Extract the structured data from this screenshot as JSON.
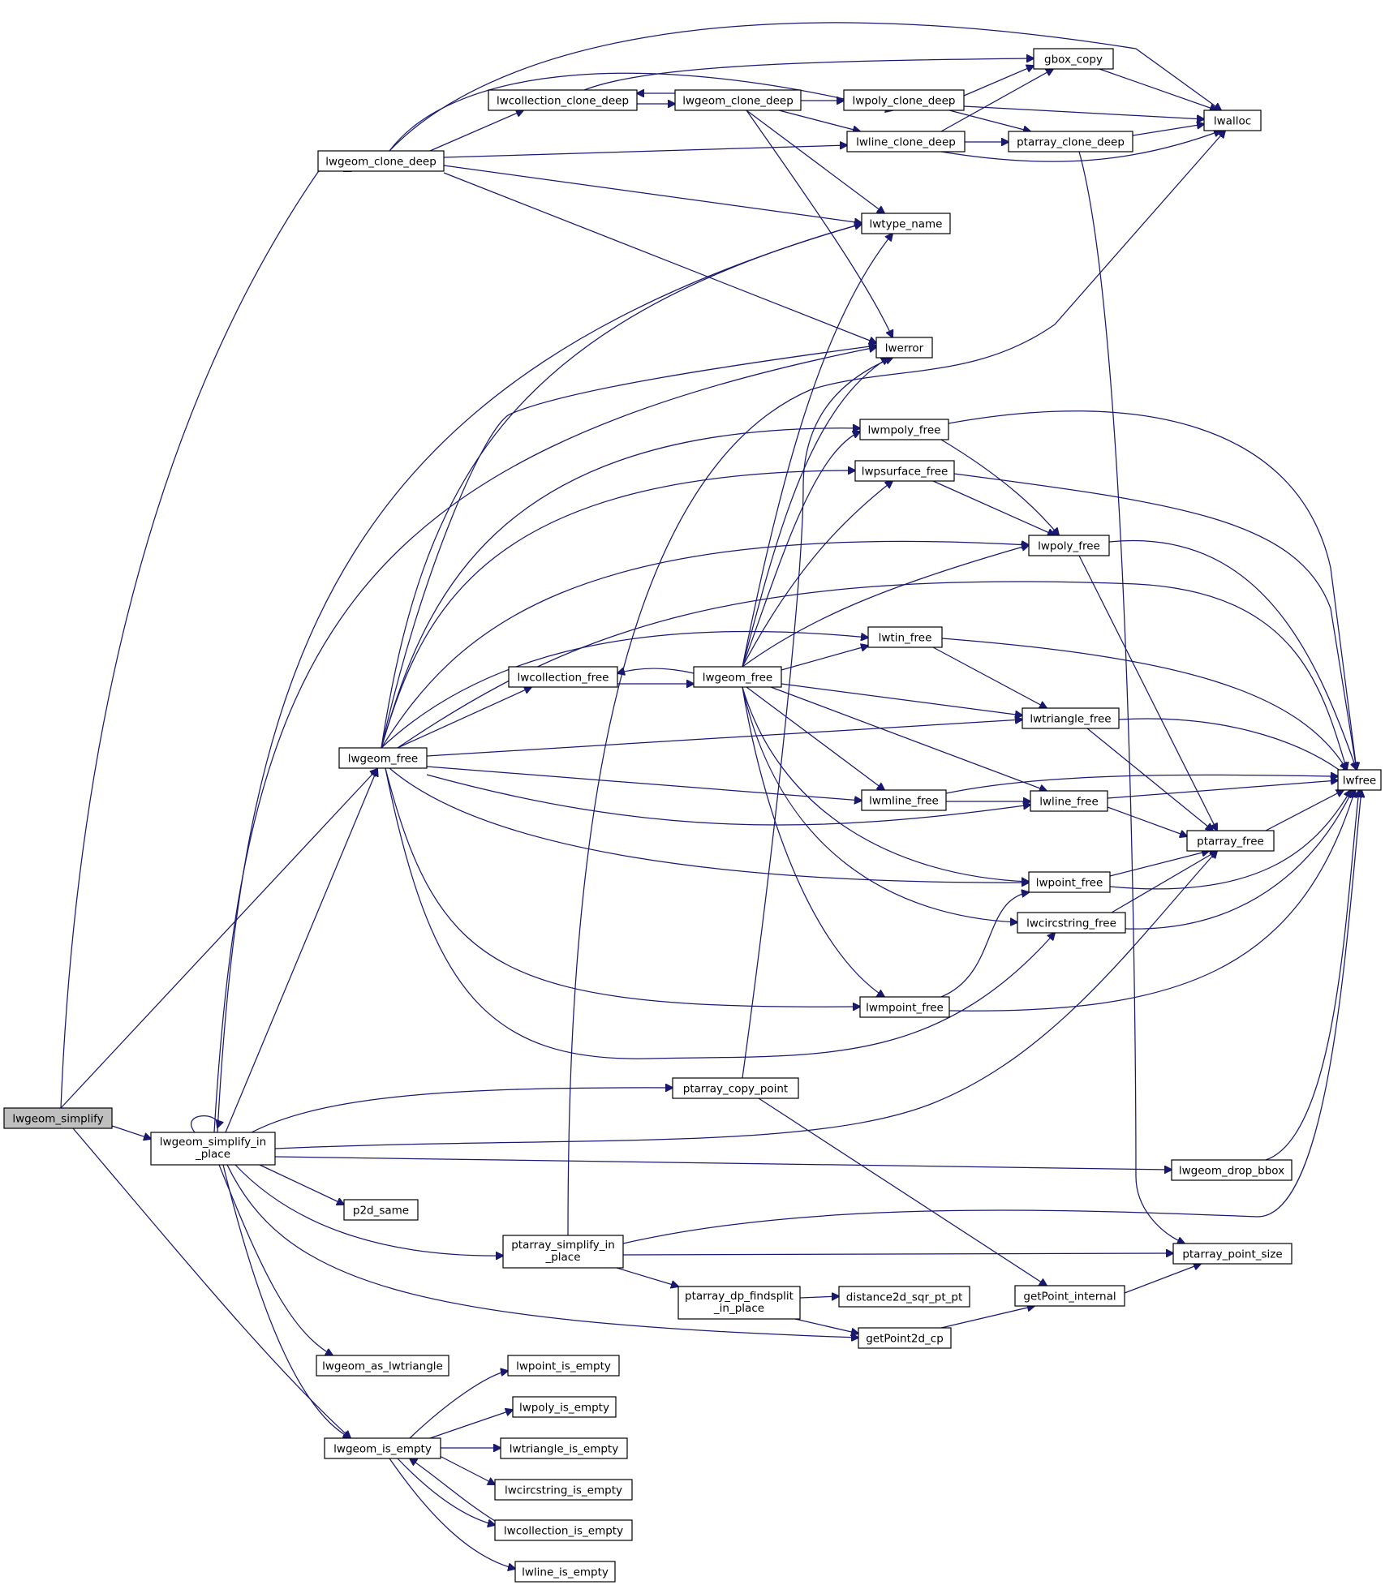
{
  "colors": {
    "edge": "#191970",
    "node_fill": "#ffffff",
    "root_fill": "#bfbfbf",
    "node_border": "#000000"
  },
  "nodes": {
    "lwgeom_simplify": {
      "label": "lwgeom_simplify"
    },
    "lwgeom_clone_deep": {
      "label": "lwgeom_clone_deep"
    },
    "lwgeom_free": {
      "label": "lwgeom_free"
    },
    "lwgeom_simplify_in_place": {
      "label": "lwgeom_simplify_in\n_place"
    },
    "lwgeom_is_empty": {
      "label": "lwgeom_is_empty"
    },
    "lwcollection_clone_deep": {
      "label": "lwcollection_clone_deep"
    },
    "lwgeom_clone_deep2": {
      "label": "lwgeom_clone_deep"
    },
    "lwpoly_clone_deep": {
      "label": "lwpoly_clone_deep"
    },
    "lwline_clone_deep": {
      "label": "lwline_clone_deep"
    },
    "gbox_copy": {
      "label": "gbox_copy"
    },
    "lwalloc": {
      "label": "lwalloc"
    },
    "ptarray_clone_deep": {
      "label": "ptarray_clone_deep"
    },
    "lwtype_name": {
      "label": "lwtype_name"
    },
    "lwerror": {
      "label": "lwerror"
    },
    "lwmpoly_free": {
      "label": "lwmpoly_free"
    },
    "lwpsurface_free": {
      "label": "lwpsurface_free"
    },
    "lwpoly_free": {
      "label": "lwpoly_free"
    },
    "lwtin_free": {
      "label": "lwtin_free"
    },
    "lwcollection_free": {
      "label": "lwcollection_free"
    },
    "lwgeom_free2": {
      "label": "lwgeom_free"
    },
    "lwtriangle_free": {
      "label": "lwtriangle_free"
    },
    "lwfree": {
      "label": "lwfree"
    },
    "lwmline_free": {
      "label": "lwmline_free"
    },
    "lwline_free": {
      "label": "lwline_free"
    },
    "ptarray_free": {
      "label": "ptarray_free"
    },
    "lwpoint_free": {
      "label": "lwpoint_free"
    },
    "lwcircstring_free": {
      "label": "lwcircstring_free"
    },
    "lwmpoint_free": {
      "label": "lwmpoint_free"
    },
    "ptarray_copy_point": {
      "label": "ptarray_copy_point"
    },
    "lwgeom_drop_bbox": {
      "label": "lwgeom_drop_bbox"
    },
    "p2d_same": {
      "label": "p2d_same"
    },
    "ptarray_simplify_in_place": {
      "label": "ptarray_simplify_in\n_place"
    },
    "ptarray_point_size": {
      "label": "ptarray_point_size"
    },
    "ptarray_dp_findsplit_in_place": {
      "label": "ptarray_dp_findsplit\n_in_place"
    },
    "distance2d_sqr_pt_pt": {
      "label": "distance2d_sqr_pt_pt"
    },
    "getPoint_internal": {
      "label": "getPoint_internal"
    },
    "getPoint2d_cp": {
      "label": "getPoint2d_cp"
    },
    "lwgeom_as_lwtriangle": {
      "label": "lwgeom_as_lwtriangle"
    },
    "lwpoint_is_empty": {
      "label": "lwpoint_is_empty"
    },
    "lwpoly_is_empty": {
      "label": "lwpoly_is_empty"
    },
    "lwtriangle_is_empty": {
      "label": "lwtriangle_is_empty"
    },
    "lwcircstring_is_empty": {
      "label": "lwcircstring_is_empty"
    },
    "lwcollection_is_empty": {
      "label": "lwcollection_is_empty"
    },
    "lwline_is_empty": {
      "label": "lwline_is_empty"
    }
  }
}
